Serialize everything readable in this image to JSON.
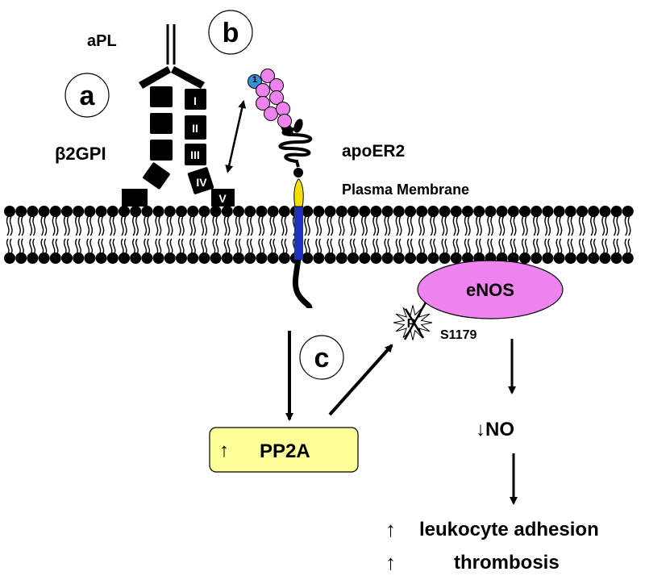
{
  "labels": {
    "apl": "aPL",
    "b2gpi": "β2GPI",
    "apoer2": "apoER2",
    "membrane": "Plasma Membrane",
    "enos": "eNOS",
    "phospho": "P",
    "site": "S1179",
    "pp2a": "PP2A",
    "pp2a_arrow": "↑",
    "no": "↓NO",
    "outcome1_arrow": "↑",
    "outcome1": "leukocyte adhesion",
    "outcome2_arrow": "↑",
    "outcome2": "thrombosis"
  },
  "circle_labels": {
    "a": "a",
    "b": "b",
    "c": "c"
  },
  "domains": [
    "I",
    "II",
    "III",
    "IV",
    "V"
  ],
  "ligand_number": "1",
  "colors": {
    "pink": "#ee82ee",
    "blue_ball": "#3b8fd8",
    "yellow_box": "#ffff99",
    "yellow_segment": "#f5e000",
    "blue_segment": "#1f2fbf",
    "black": "#000000"
  }
}
